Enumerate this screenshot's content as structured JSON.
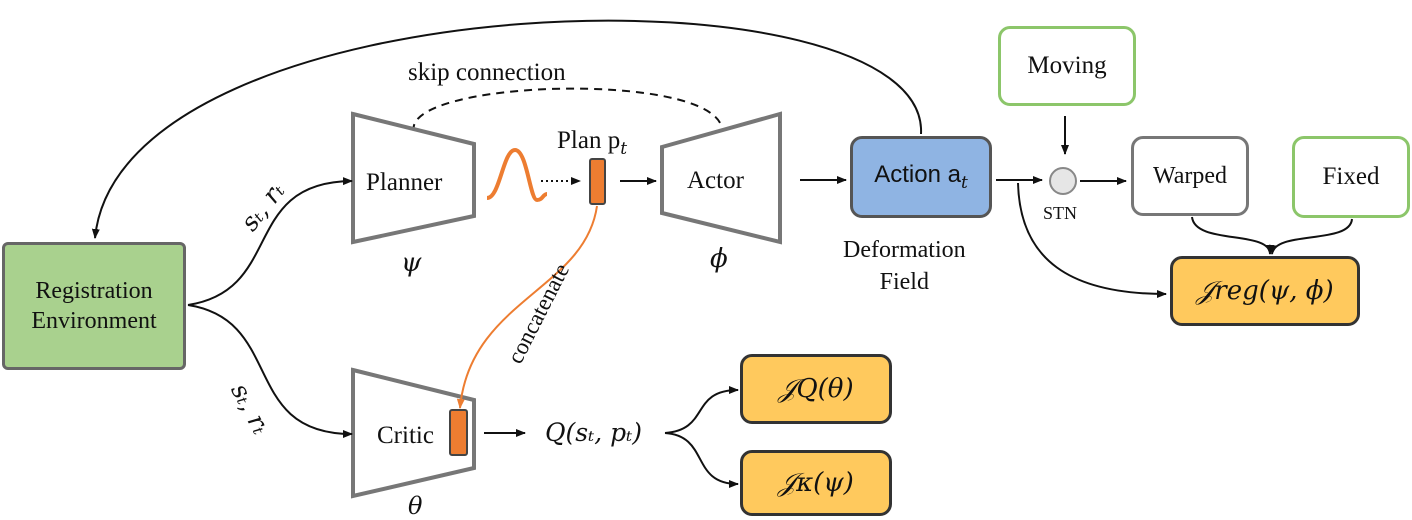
{
  "nodes": {
    "environment": "Registration\nEnvironment",
    "planner": "Planner",
    "actor": "Actor",
    "critic": "Critic",
    "action": "Action a",
    "action_sub": "t",
    "moving": "Moving",
    "warped": "Warped",
    "fixed": "Fixed",
    "stn": "STN"
  },
  "labels": {
    "skip_connection": "skip connection",
    "plan": "Plan p",
    "plan_sub": "t",
    "deformation_field": "Deformation\nField",
    "concatenate": "concatenate",
    "state_reward_top": "sₜ, rₜ",
    "state_reward_bottom": "sₜ, rₜ",
    "psi": "ψ",
    "phi": "ϕ",
    "theta": "θ",
    "q_value": "Q(sₜ, pₜ)"
  },
  "objectives": {
    "reg": "𝒥reg(ψ, ϕ)",
    "q": "𝒥Q(θ)",
    "kappa": "𝒥κ(ψ)"
  },
  "colors": {
    "environment_fill": "#a9d18e",
    "action_fill": "#8fb4e3",
    "objective_fill": "#ffc95d",
    "green_border": "#8cc66a",
    "plan_vector": "#ed7d31"
  }
}
